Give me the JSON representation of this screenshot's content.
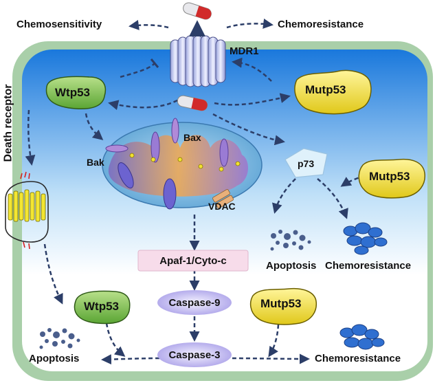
{
  "labels": {
    "chemosensitivity": "Chemosensitivity",
    "chemoresistance_top": "Chemoresistance",
    "mdr1": "MDR1",
    "death_receptor": "Death receptor",
    "wtp53_top": "Wtp53",
    "mutp53_top": "Mutp53",
    "mutp53_mid": "Mutp53",
    "mutp53_bottom": "Mutp53",
    "wtp53_bottom": "Wtp53",
    "bax": "Bax",
    "bak": "Bak",
    "vdac": "VDAC",
    "p73": "p73",
    "apoptosis_mid": "Apoptosis",
    "chemoresistance_mid": "Chemoresistance",
    "apaf": "Apaf-1/Cyto-c",
    "caspase9": "Caspase-9",
    "caspase3": "Caspase-3",
    "apoptosis_bottom": "Apoptosis",
    "chemoresistance_bottom": "Chemoresistance"
  },
  "colors": {
    "membrane": "#a9cfa9",
    "cytoplasm_top": "#1f7fe0",
    "cytoplasm_bottom": "#ffffff",
    "wtp53": "#7fc34e",
    "mutp53": "#f2e23a",
    "arrow": "#2c3e68",
    "apaf_box": "#f7dcea",
    "caspase": "#c9c3f2",
    "mito_outer": "#6fb0dc",
    "mito_inner": "#e8b060"
  },
  "icons": [
    "drug-capsule-icon",
    "mdr1-pump-icon",
    "death-receptor-icon",
    "mitochondrion-icon",
    "apoptotic-cells-icon",
    "resistant-cells-icon"
  ]
}
